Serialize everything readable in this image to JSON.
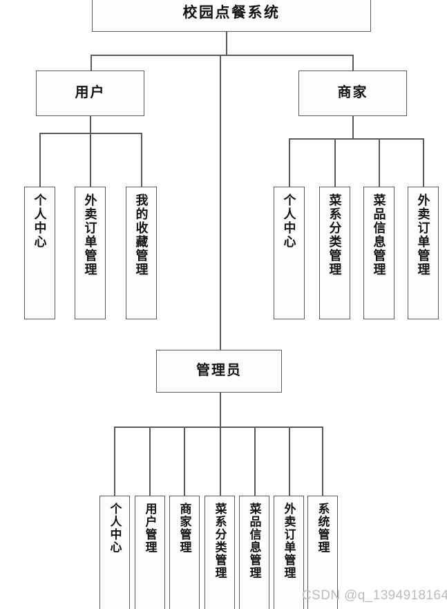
{
  "diagram": {
    "title": "校园点餐系统",
    "type": "tree",
    "root": {
      "id": "root",
      "label": "校园点餐系统"
    },
    "branches": [
      {
        "id": "user",
        "label": "用户",
        "children": [
          {
            "id": "user-profile",
            "label": "个人中心"
          },
          {
            "id": "user-takeout-order",
            "label": "外卖订单管理"
          },
          {
            "id": "user-favorites",
            "label": "我的收藏管理"
          }
        ]
      },
      {
        "id": "merchant",
        "label": "商家",
        "children": [
          {
            "id": "merchant-profile",
            "label": "个人中心"
          },
          {
            "id": "merchant-cuisine-category",
            "label": "菜系分类管理"
          },
          {
            "id": "merchant-dish-info",
            "label": "菜品信息管理"
          },
          {
            "id": "merchant-takeout-order",
            "label": "外卖订单管理"
          }
        ]
      },
      {
        "id": "admin",
        "label": "管理员",
        "children": [
          {
            "id": "admin-profile",
            "label": "个人中心"
          },
          {
            "id": "admin-user-mgmt",
            "label": "用户管理"
          },
          {
            "id": "admin-merchant-mgmt",
            "label": "商家管理"
          },
          {
            "id": "admin-cuisine-category",
            "label": "菜系分类管理"
          },
          {
            "id": "admin-dish-info",
            "label": "菜品信息管理"
          },
          {
            "id": "admin-takeout-order",
            "label": "外卖订单管理"
          },
          {
            "id": "admin-system-mgmt",
            "label": "系统管理"
          }
        ]
      }
    ],
    "colors": {
      "line": "#58595b",
      "box_fill": "#fdfdfd",
      "text": "#111111",
      "watermark": "#b9bcc0"
    }
  },
  "watermark": {
    "text": "CSDN @q_1394918164"
  }
}
